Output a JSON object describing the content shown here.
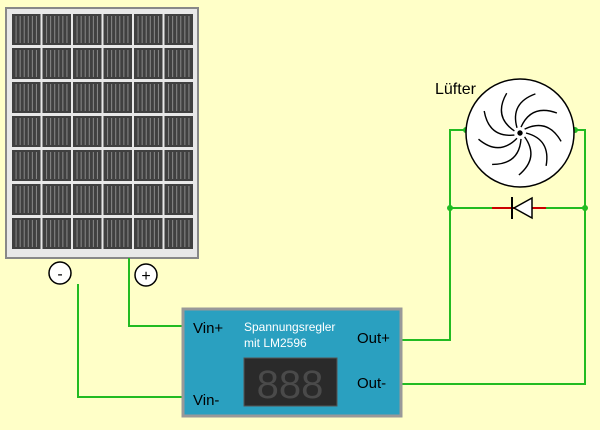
{
  "terminals": {
    "minus": "-",
    "plus": "+"
  },
  "fan": {
    "label": "Lüfter"
  },
  "regulator": {
    "title_line1": "Spannungsregler",
    "title_line2": "mit LM2596",
    "display": "888",
    "vin_plus": "Vin+",
    "vin_minus": "Vin-",
    "out_plus": "Out+",
    "out_minus": "Out-"
  },
  "colors": {
    "background": "#ffffc8",
    "wire": "#22bb22",
    "panel_cell": "#404040",
    "regulator_body": "#2aa0c0",
    "display_bg": "#2a2a2a",
    "diode_cathode": "#cc0000"
  }
}
